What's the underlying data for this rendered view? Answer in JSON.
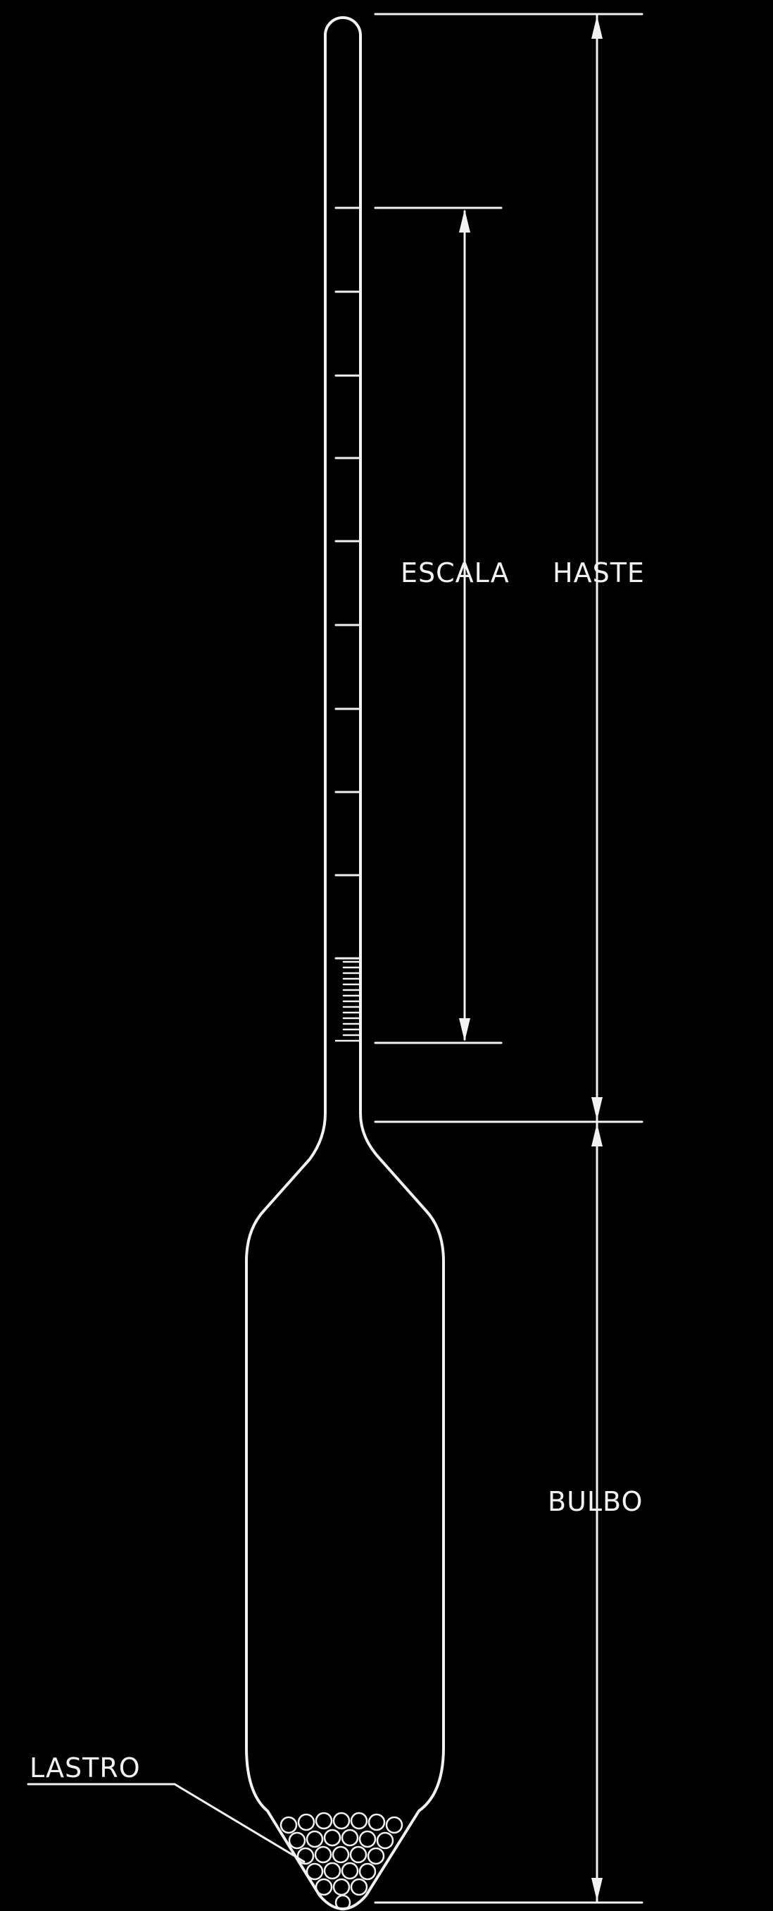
{
  "diagram": {
    "labels": {
      "escala": "ESCALA",
      "haste": "HASTE",
      "bulbo": "BULBO",
      "lastro": "LASTRO"
    },
    "colors": {
      "background": "#000000",
      "line": "#f2f2f2"
    }
  }
}
